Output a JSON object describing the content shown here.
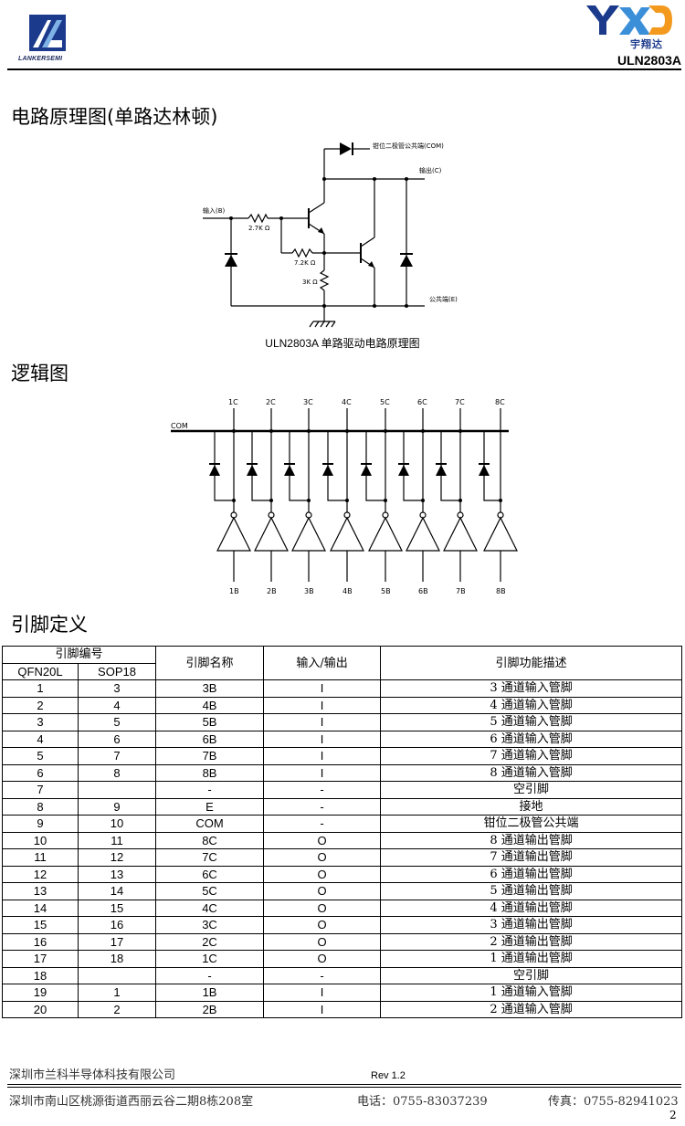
{
  "header": {
    "left_logo_text": "LANKERSEMI",
    "right_logo_text": "YXD",
    "right_logo_cn": "宇翔达",
    "part_number": "ULN2803A"
  },
  "colors": {
    "logo_blue": "#1b3a8c",
    "logo_orange": "#f39a1e",
    "logo_light_blue": "#3a8fd8"
  },
  "sections": {
    "schematic_title": "电路原理图(单路达林顿)",
    "logic_title": "逻辑图",
    "pin_title": "引脚定义"
  },
  "schematic": {
    "label_input": "输入(B)",
    "label_output": "输出(C)",
    "label_clamp": "钳位二极管公共端(COM)",
    "label_common": "公共端(E)",
    "r1": "2.7K Ω",
    "r2": "7.2K Ω",
    "r3": "3K Ω",
    "caption": "ULN2803A 单路驱动电路原理图"
  },
  "logic": {
    "com_label": "COM",
    "outputs": [
      "1C",
      "2C",
      "3C",
      "4C",
      "5C",
      "6C",
      "7C",
      "8C"
    ],
    "inputs": [
      "1B",
      "2B",
      "3B",
      "4B",
      "5B",
      "6B",
      "7B",
      "8B"
    ]
  },
  "pin_table": {
    "header": {
      "group": "引脚编号",
      "qfn": "QFN20L",
      "sop": "SOP18",
      "name": "引脚名称",
      "io": "输入/输出",
      "func": "引脚功能描述"
    },
    "rows": [
      {
        "qfn": "1",
        "sop": "3",
        "name": "3B",
        "io": "I",
        "func": "3 通道输入管脚"
      },
      {
        "qfn": "2",
        "sop": "4",
        "name": "4B",
        "io": "I",
        "func": "4 通道输入管脚"
      },
      {
        "qfn": "3",
        "sop": "5",
        "name": "5B",
        "io": "I",
        "func": "5 通道输入管脚"
      },
      {
        "qfn": "4",
        "sop": "6",
        "name": "6B",
        "io": "I",
        "func": "6 通道输入管脚"
      },
      {
        "qfn": "5",
        "sop": "7",
        "name": "7B",
        "io": "I",
        "func": "7 通道输入管脚"
      },
      {
        "qfn": "6",
        "sop": "8",
        "name": "8B",
        "io": "I",
        "func": "8 通道输入管脚"
      },
      {
        "qfn": "7",
        "sop": "",
        "name": "-",
        "io": "-",
        "func": "空引脚"
      },
      {
        "qfn": "8",
        "sop": "9",
        "name": "E",
        "io": "-",
        "func": "接地"
      },
      {
        "qfn": "9",
        "sop": "10",
        "name": "COM",
        "io": "-",
        "func": "钳位二极管公共端"
      },
      {
        "qfn": "10",
        "sop": "11",
        "name": "8C",
        "io": "O",
        "func": "8 通道输出管脚"
      },
      {
        "qfn": "11",
        "sop": "12",
        "name": "7C",
        "io": "O",
        "func": "7 通道输出管脚"
      },
      {
        "qfn": "12",
        "sop": "13",
        "name": "6C",
        "io": "O",
        "func": "6 通道输出管脚"
      },
      {
        "qfn": "13",
        "sop": "14",
        "name": "5C",
        "io": "O",
        "func": "5 通道输出管脚"
      },
      {
        "qfn": "14",
        "sop": "15",
        "name": "4C",
        "io": "O",
        "func": "4 通道输出管脚"
      },
      {
        "qfn": "15",
        "sop": "16",
        "name": "3C",
        "io": "O",
        "func": "3 通道输出管脚"
      },
      {
        "qfn": "16",
        "sop": "17",
        "name": "2C",
        "io": "O",
        "func": "2 通道输出管脚"
      },
      {
        "qfn": "17",
        "sop": "18",
        "name": "1C",
        "io": "O",
        "func": "1 通道输出管脚"
      },
      {
        "qfn": "18",
        "sop": "",
        "name": "-",
        "io": "-",
        "func": "空引脚"
      },
      {
        "qfn": "19",
        "sop": "1",
        "name": "1B",
        "io": "I",
        "func": "1 通道输入管脚"
      },
      {
        "qfn": "20",
        "sop": "2",
        "name": "2B",
        "io": "I",
        "func": "2 通道输入管脚"
      }
    ]
  },
  "footer": {
    "company": "深圳市兰科半导体科技有限公司",
    "revision": "Rev 1.2",
    "address": "深圳市南山区桃源街道西丽云谷二期8栋208室",
    "phone": "电话：0755-83037239",
    "fax": "传真：0755-82941023",
    "page": "2"
  }
}
